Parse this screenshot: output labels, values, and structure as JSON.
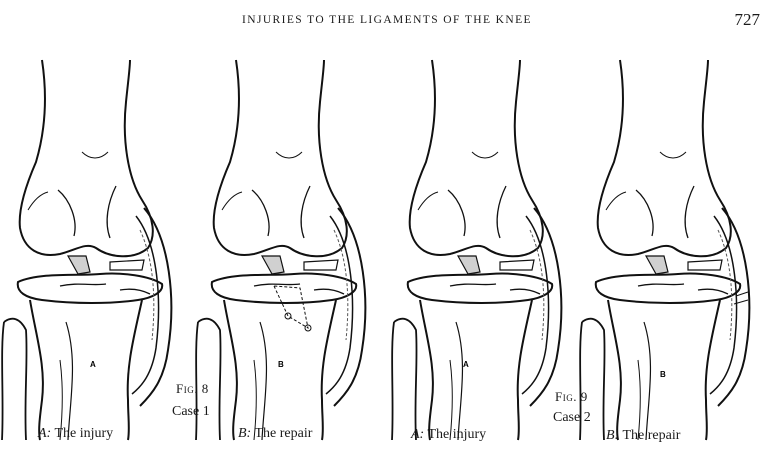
{
  "header": {
    "running_head": "INJURIES TO THE LIGAMENTS OF THE KNEE",
    "page_number": "727"
  },
  "figures": [
    {
      "label": "Fig. 8",
      "case": "Case 1",
      "panels": [
        {
          "letter": "A",
          "caption_letter": "A:",
          "caption_text": " The injury"
        },
        {
          "letter": "B",
          "caption_letter": "B:",
          "caption_text": " The repair"
        }
      ]
    },
    {
      "label": "Fig. 9",
      "case": "Case 2",
      "panels": [
        {
          "letter": "A",
          "caption_letter": "A:",
          "caption_text": " The injury"
        },
        {
          "letter": "B",
          "caption_letter": "B:",
          "caption_text": " The repair"
        }
      ]
    }
  ]
}
